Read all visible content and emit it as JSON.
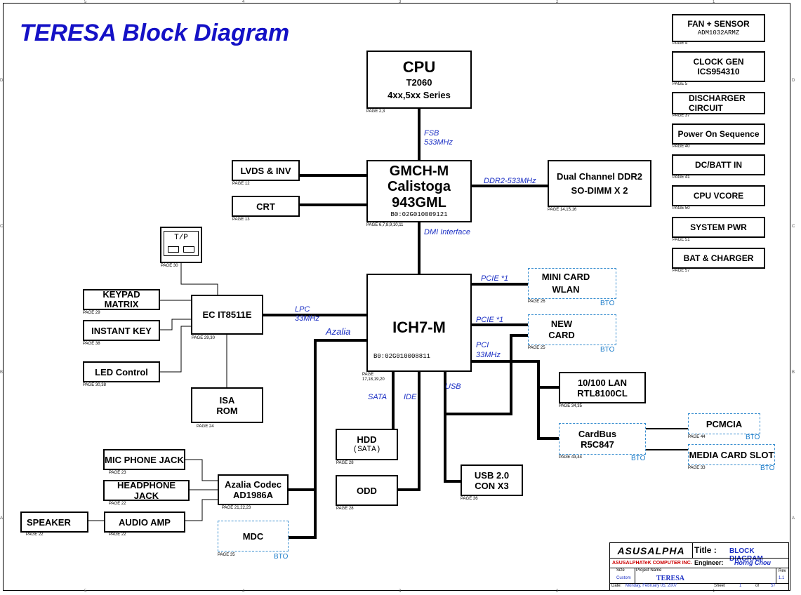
{
  "title": "TERESA Block Diagram",
  "colors": {
    "title": "#1411c6",
    "signal": "#1b2fc4",
    "bto": "#1a7bc9",
    "line": "#000000"
  },
  "cpu": {
    "name": "CPU",
    "model": "T2060",
    "series": "4xx,5xx Series",
    "page": "PAGE 2,3"
  },
  "fsb": {
    "label": "FSB",
    "speed": "533MHz"
  },
  "gmch": {
    "line1": "GMCH-M",
    "line2": "Calistoga",
    "line3": "943GML",
    "code": "B0:02G010009121",
    "page": "PAGE 6,7,8,9,10,11"
  },
  "ddr_link": "DDR2-533MHz",
  "ddr": {
    "line1": "Dual Channel DDR2",
    "line2": "SO-DIMM X 2",
    "page": "PAGE 14,15,16"
  },
  "lvds": {
    "label": "LVDS & INV",
    "page": "PAGE 12"
  },
  "crt": {
    "label": "CRT",
    "page": "PAGE 13"
  },
  "dmi": "DMI Interface",
  "tp": {
    "label": "T/P",
    "page": "PAGE 30"
  },
  "ich": {
    "label": "ICH7-M",
    "code": "B0:02G010008811",
    "page": "PAGE 17,18,19,20"
  },
  "ec": {
    "label": "EC IT8511E",
    "page": "PAGE 29,30"
  },
  "lpc": {
    "label": "LPC",
    "speed": "33MHz"
  },
  "azalia": "Azalia",
  "keypad": {
    "line1": "KEYPAD",
    "line2": "MATRIX",
    "page": "PAGE 29"
  },
  "instant_key": {
    "label": "INSTANT KEY",
    "page": "PAGE 38"
  },
  "led": {
    "label": "LED Control",
    "page": "PAGE 30,38"
  },
  "isa_rom": {
    "line1": "ISA",
    "line2": "ROM",
    "page": "PAGE 24"
  },
  "pcie1": "PCIE *1",
  "pcie2": "PCIE *1",
  "pci": {
    "label": "PCI",
    "speed": "33MHz"
  },
  "minicard": {
    "line1": "MINI CARD",
    "line2": "WLAN",
    "page": "PAGE 26",
    "bto": "BTO"
  },
  "newcard": {
    "line1": "NEW",
    "line2": "CARD",
    "page": "PAGE 25",
    "bto": "BTO"
  },
  "lan": {
    "line1": "10/100 LAN",
    "line2": "RTL8100CL",
    "page": "PAGE 34,35"
  },
  "cardbus": {
    "line1": "CardBus",
    "line2": "R5C847",
    "page": "PAGE 43,44",
    "bto": "BTO"
  },
  "pcmcia": {
    "label": "PCMCIA",
    "page": "PAGE 44",
    "bto": "BTO"
  },
  "media": {
    "label": "MEDIA CARD SLOT",
    "page": "PAGE 33",
    "bto": "BTO"
  },
  "sata": "SATA",
  "ide": "IDE",
  "usb": "USB",
  "hdd": {
    "line1": "HDD",
    "line2": "(SATA)",
    "page": "PAGE 28"
  },
  "odd": {
    "label": "ODD",
    "page": "PAGE 28"
  },
  "usb_con": {
    "line1": "USB 2.0",
    "line2": "CON X3",
    "page": "PAGE 36"
  },
  "mic": {
    "label": "MIC PHONE JACK",
    "page": "PAGE 23"
  },
  "headphone": {
    "label": "HEADPHONE JACK",
    "page": "PAGE 22"
  },
  "codec": {
    "line1": "Azalia Codec",
    "line2": "AD1986A",
    "page": "PAGE 21,22,23"
  },
  "speaker": {
    "label": "SPEAKER",
    "page": "PAGE 22"
  },
  "audio_amp": {
    "label": "AUDIO AMP",
    "page": "PAGE 22"
  },
  "mdc": {
    "label": "MDC",
    "page": "PAGE 35",
    "bto": "BTO"
  },
  "right_boxes": [
    {
      "line1": "FAN + SENSOR",
      "line2": "ADM1032ARMZ",
      "page": "PAGE 4"
    },
    {
      "line1": "CLOCK GEN",
      "line2": "ICS954310",
      "page": "PAGE 5"
    },
    {
      "line1": "DISCHARGER",
      "line2": "CIRCUIT",
      "page": "PAGE 37"
    },
    {
      "line1": "Power On Sequence",
      "line2": "",
      "page": "PAGE 40"
    },
    {
      "line1": "DC/BATT IN",
      "line2": "",
      "page": "PAGE 41"
    },
    {
      "line1": "CPU VCORE",
      "line2": "",
      "page": "PAGE 50"
    },
    {
      "line1": "SYSTEM PWR",
      "line2": "",
      "page": "PAGE 51"
    },
    {
      "line1": "BAT & CHARGER",
      "line2": "",
      "page": "PAGE 57"
    }
  ],
  "title_block": {
    "logo": "ASUSALPHA",
    "company": "ASUSALPHATeK COMPUTER INC.",
    "title_label": "Title :",
    "title_value": "BLOCK DIAGRAM",
    "engineer_label": "Engineer:",
    "engineer_value": "Horng Chou",
    "size_label": "Size",
    "size_value": "Custom",
    "project_label": "Project Name",
    "project_value": "TERESA",
    "rev_label": "Rev",
    "rev_value": "1.1",
    "date_label": "Date:",
    "date_value": "Monday, February 05, 2007",
    "sheet_label": "Sheet",
    "sheet_value": "1",
    "of_label": "of",
    "of_value": "57"
  },
  "border_ticks": {
    "top": [
      "5",
      "4",
      "3",
      "2",
      "1"
    ],
    "side": [
      "D",
      "C",
      "B",
      "A"
    ]
  }
}
